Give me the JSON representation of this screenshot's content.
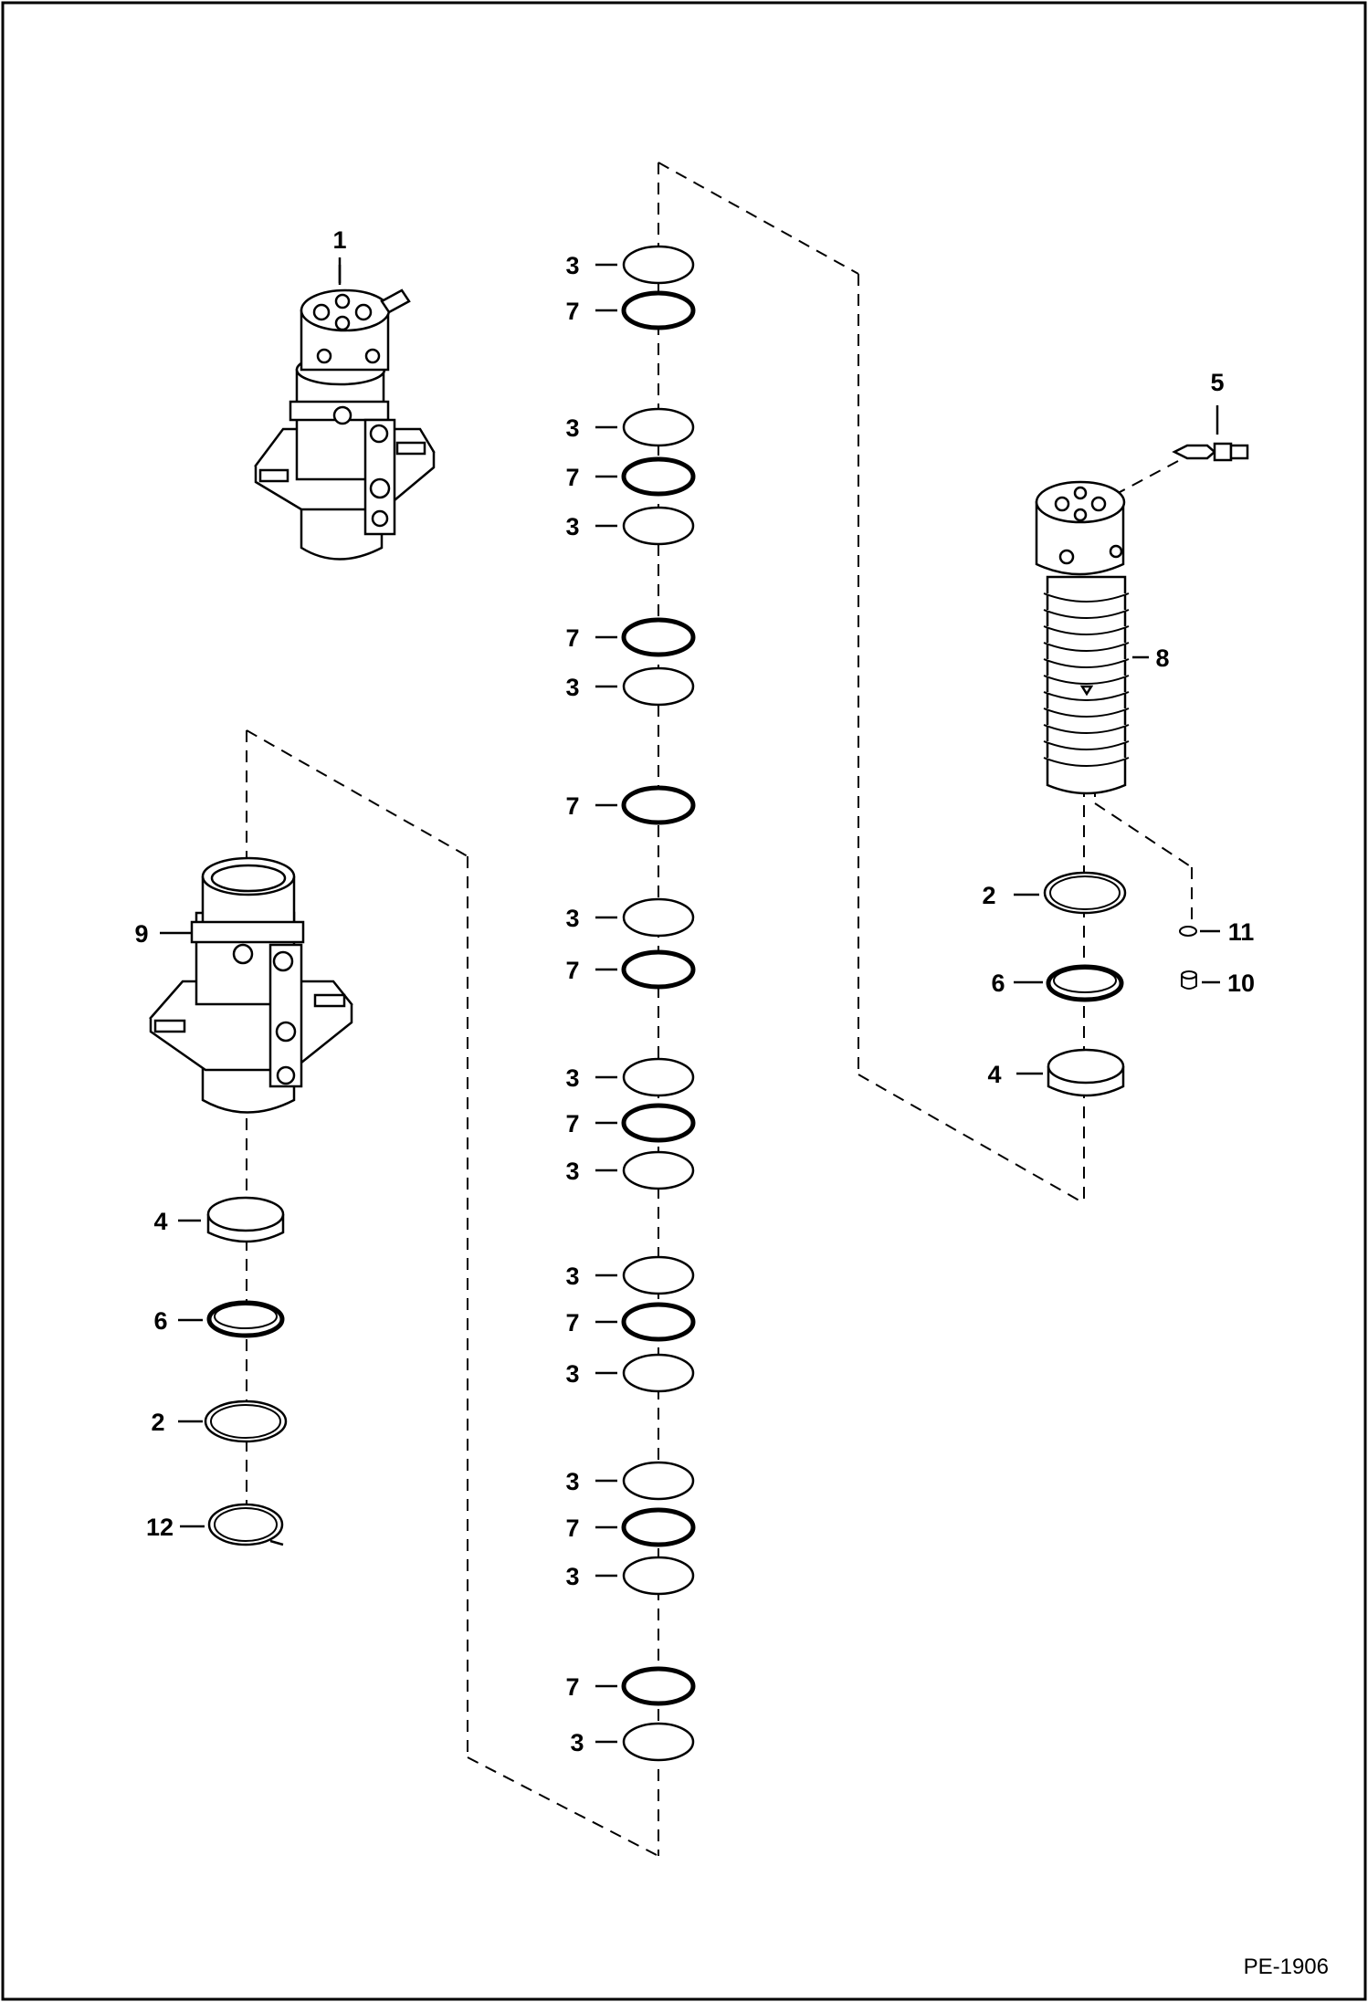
{
  "callouts": {
    "c1": "1",
    "c2": "2",
    "c3": "3",
    "c4": "4",
    "c5": "5",
    "c6": "6",
    "c7": "7",
    "c8": "8",
    "c9": "9",
    "c10": "10",
    "c11": "11",
    "c12": "12"
  },
  "footer": {
    "doc_id": "PE-1906"
  },
  "colors": {
    "line": "#000000",
    "background": "#ffffff"
  }
}
